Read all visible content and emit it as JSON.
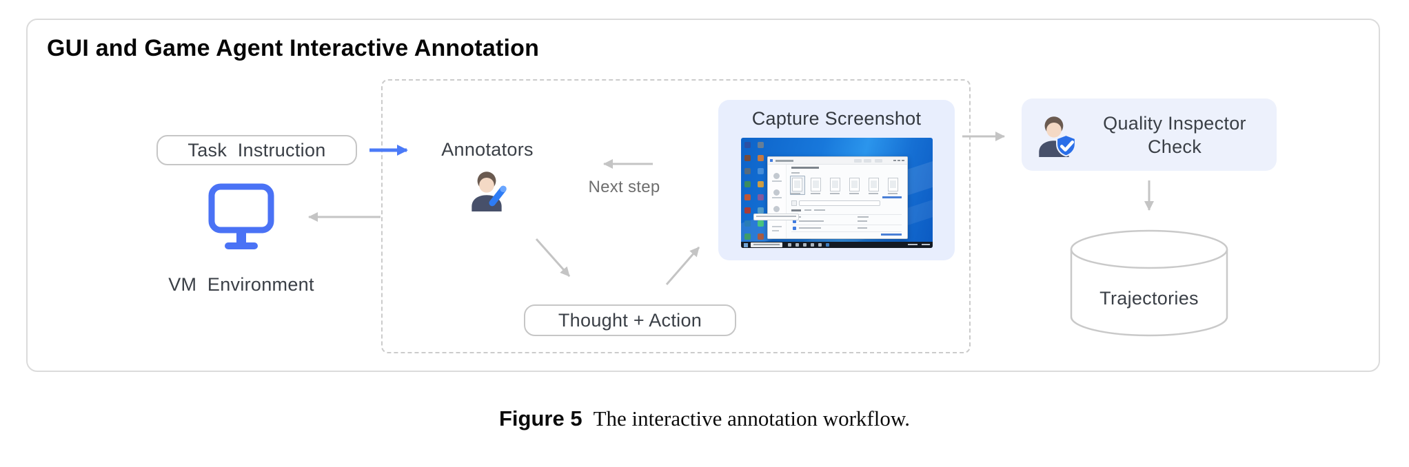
{
  "panel": {
    "title": "GUI and Game Agent Interactive Annotation"
  },
  "workflow": {
    "task_instruction": "Task  Instruction",
    "vm_environment": "VM  Environment",
    "annotators": "Annotators",
    "next_step": "Next step",
    "thought_action": "Thought + Action",
    "capture_screenshot": "Capture Screenshot",
    "quality_inspector_check": "Quality Inspector Check",
    "trajectories": "Trajectories"
  },
  "caption": {
    "label": "Figure 5",
    "text": "The interactive annotation workflow."
  },
  "icons": {
    "monitor": "monitor-icon",
    "annotator": "annotator-person-with-pen-icon",
    "inspector": "inspector-person-with-shield-check-icon",
    "database": "database-cylinder-icon",
    "screenshot": "windows-desktop-screenshot"
  },
  "colors": {
    "accent_blue": "#4b7af7",
    "monitor_blue": "#4a72f5",
    "arrow_gray": "#c4c4c4",
    "card_bg": "#e8eefd",
    "desktop_blue": "#1878db",
    "border_gray": "#c9c9c9",
    "label_dark": "#3a3f46"
  }
}
